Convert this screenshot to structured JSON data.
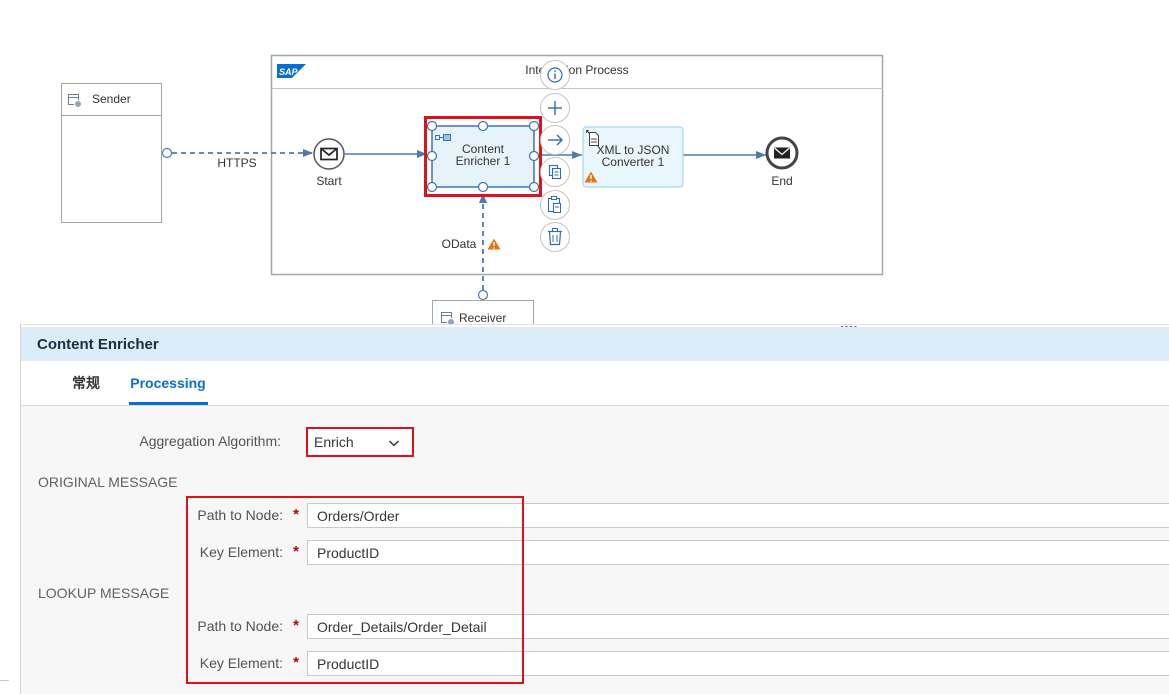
{
  "canvas": {
    "sender": {
      "label": "Sender",
      "icon": "participant-icon"
    },
    "receiver": {
      "label": "Receiver",
      "icon": "participant-icon"
    },
    "pool": {
      "title": "Integration Process",
      "logo": "SAP"
    },
    "start_event": {
      "label": "Start",
      "icon": "envelope-icon"
    },
    "end_event": {
      "label": "End",
      "icon": "envelope-filled-icon"
    },
    "content_enricher": {
      "line1": "Content",
      "line2": "Enricher 1",
      "selected": true
    },
    "xml_converter": {
      "line1": "XML to JSON",
      "line2": "Converter 1",
      "warning": true
    },
    "connections": {
      "https": "HTTPS",
      "odata": "OData",
      "odata_warning": true
    },
    "context_pad": [
      "info-icon",
      "add-icon",
      "connect-arrow-icon",
      "copy-icon",
      "paste-icon",
      "delete-icon"
    ]
  },
  "properties": {
    "title": "Content Enricher",
    "tabs": [
      {
        "label": "常规",
        "selected": false
      },
      {
        "label": "Processing",
        "selected": true
      }
    ],
    "aggregation": {
      "label": "Aggregation Algorithm:",
      "value": "Enrich"
    },
    "original_message": {
      "heading": "ORIGINAL MESSAGE",
      "path_label": "Path to Node:",
      "path_value": "Orders/Order",
      "key_label": "Key Element:",
      "key_value": "ProductID"
    },
    "lookup_message": {
      "heading": "LOOKUP MESSAGE",
      "path_label": "Path to Node:",
      "path_value": "Order_Details/Order_Detail",
      "key_label": "Key Element:",
      "key_value": "ProductID"
    },
    "required_marker": "*"
  },
  "colors": {
    "accent": "#0a6ed1",
    "highlight": "#d9141b",
    "connection": "#4f7bab",
    "warning": "#e9730c",
    "header_bg": "#dcecf8",
    "form_bg": "#f7f7f7",
    "required": "#bb0000"
  }
}
